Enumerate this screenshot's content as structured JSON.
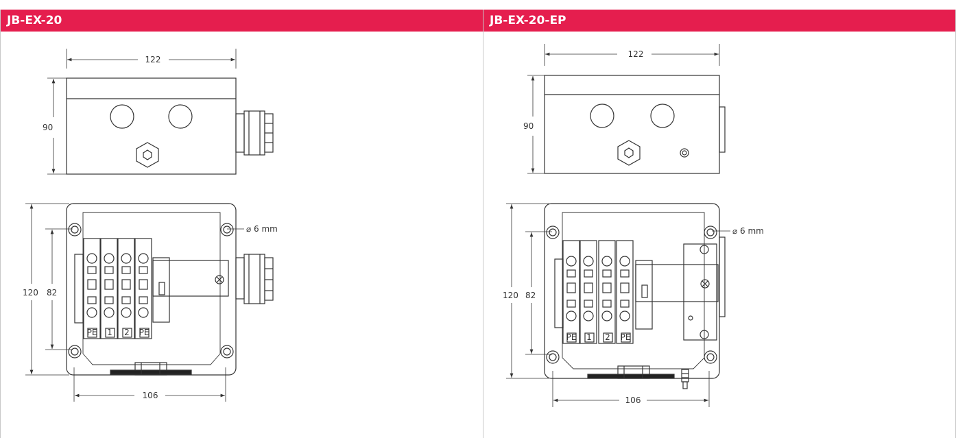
{
  "header_text": "",
  "colors": {
    "header_bg": "#e51e4e",
    "header_text": "#ffffff",
    "line": "#333333"
  },
  "panels": [
    {
      "id": "left",
      "title": "JB-EX-20",
      "dims": {
        "width_top": "122",
        "height_top": "90",
        "height_total": "120",
        "height_holes": "82",
        "width_bottom": "106",
        "hole": "⌀ 6 mm"
      },
      "terminals": [
        "PE",
        "1",
        "2",
        "PE"
      ]
    },
    {
      "id": "right",
      "title": "JB-EX-20-EP",
      "dims": {
        "width_top": "122",
        "height_top": "90",
        "height_total": "120",
        "height_holes": "82",
        "width_bottom": "106",
        "hole": "⌀ 6 mm"
      },
      "terminals": [
        "PE",
        "1",
        "2",
        "PE"
      ]
    }
  ]
}
